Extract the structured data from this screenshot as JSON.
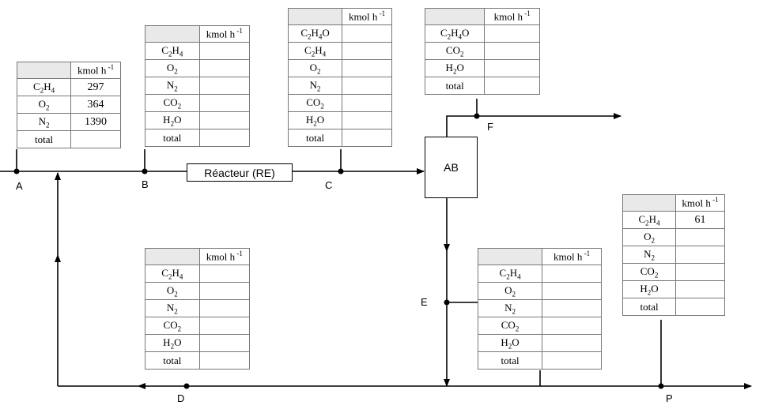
{
  "unit_header": "kmol h",
  "unit_header_exp": "-1",
  "reactor_label": "Réacteur (RE)",
  "absorber_label": "AB",
  "points": {
    "A": "A",
    "B": "B",
    "C": "C",
    "D": "D",
    "E": "E",
    "F": "F",
    "P": "P"
  },
  "tables": {
    "A": {
      "rows": [
        {
          "sp": "C2H4",
          "v": "297"
        },
        {
          "sp": "O2",
          "v": "364"
        },
        {
          "sp": "N2",
          "v": "1390"
        },
        {
          "sp": "total",
          "v": ""
        }
      ]
    },
    "B": {
      "rows": [
        {
          "sp": "C2H4",
          "v": ""
        },
        {
          "sp": "O2",
          "v": ""
        },
        {
          "sp": "N2",
          "v": ""
        },
        {
          "sp": "CO2",
          "v": ""
        },
        {
          "sp": "H2O",
          "v": ""
        },
        {
          "sp": "total",
          "v": ""
        }
      ]
    },
    "C": {
      "rows": [
        {
          "sp": "C2H4O",
          "v": ""
        },
        {
          "sp": "C2H4",
          "v": ""
        },
        {
          "sp": "O2",
          "v": ""
        },
        {
          "sp": "N2",
          "v": ""
        },
        {
          "sp": "CO2",
          "v": ""
        },
        {
          "sp": "H2O",
          "v": ""
        },
        {
          "sp": "total",
          "v": ""
        }
      ]
    },
    "F": {
      "rows": [
        {
          "sp": "C2H4O",
          "v": ""
        },
        {
          "sp": "CO2",
          "v": ""
        },
        {
          "sp": "H2O",
          "v": ""
        },
        {
          "sp": "total",
          "v": ""
        }
      ]
    },
    "D": {
      "rows": [
        {
          "sp": "C2H4",
          "v": ""
        },
        {
          "sp": "O2",
          "v": ""
        },
        {
          "sp": "N2",
          "v": ""
        },
        {
          "sp": "CO2",
          "v": ""
        },
        {
          "sp": "H2O",
          "v": ""
        },
        {
          "sp": "total",
          "v": ""
        }
      ]
    },
    "E": {
      "rows": [
        {
          "sp": "C2H4",
          "v": ""
        },
        {
          "sp": "O2",
          "v": ""
        },
        {
          "sp": "N2",
          "v": ""
        },
        {
          "sp": "CO2",
          "v": ""
        },
        {
          "sp": "H2O",
          "v": ""
        },
        {
          "sp": "total",
          "v": ""
        }
      ]
    },
    "P": {
      "rows": [
        {
          "sp": "C2H4",
          "v": "61"
        },
        {
          "sp": "O2",
          "v": ""
        },
        {
          "sp": "N2",
          "v": ""
        },
        {
          "sp": "CO2",
          "v": ""
        },
        {
          "sp": "H2O",
          "v": ""
        },
        {
          "sp": "total",
          "v": ""
        }
      ]
    }
  }
}
